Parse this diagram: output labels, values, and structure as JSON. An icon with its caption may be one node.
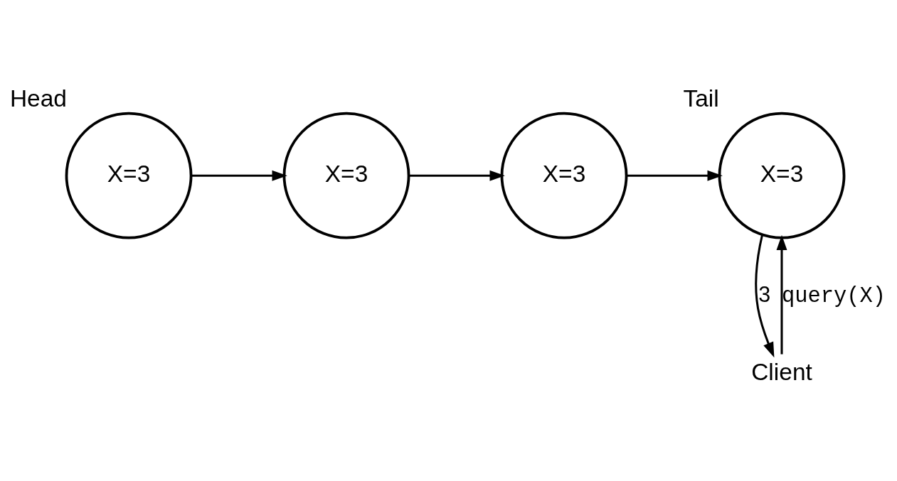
{
  "diagram": {
    "nodes": [
      {
        "text": [
          "X=3"
        ],
        "beside": [
          "Head"
        ]
      },
      {
        "text": [
          "X=3"
        ]
      },
      {
        "text": [
          "X=3"
        ]
      },
      {
        "text": [
          "X=3"
        ],
        "beside": [
          "Tail"
        ]
      },
      {
        "text": [
          "Client"
        ]
      }
    ],
    "edges": [
      {
        "from": 0,
        "to": 1,
        "arrow": "to"
      },
      {
        "from": 1,
        "to": 2,
        "arrow": "to"
      },
      {
        "from": 2,
        "to": 3,
        "arrow": "to"
      },
      {
        "from": 4,
        "to": 3,
        "arrow": "to",
        "label": "query(X)"
      },
      {
        "from": 3,
        "to": 4,
        "arrow": "to",
        "label": "3"
      }
    ]
  }
}
